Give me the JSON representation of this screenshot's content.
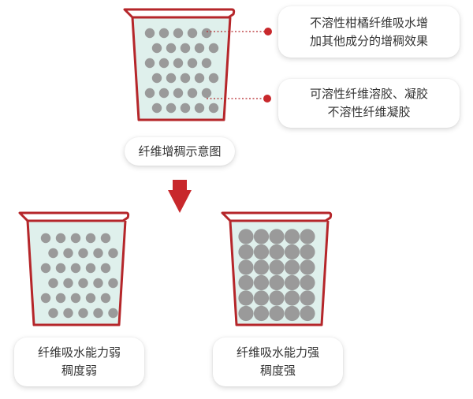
{
  "colors": {
    "beaker_outline": "#b5262a",
    "beaker_fill": "#dff0ec",
    "particle": "#9a9a9a",
    "leader_line": "#b5262a",
    "down_arrow": "#c8282c"
  },
  "labels": {
    "insoluble_fiber_line1": "不溶性柑橘纤维吸水增",
    "insoluble_fiber_line2": "加其他成分的增稠效果",
    "soluble_fiber_line1": "可溶性纤维溶胶、凝胶",
    "soluble_fiber_line2": "不溶性纤维凝胶",
    "main_caption": "纤维增稠示意图",
    "weak_line1": "纤维吸水能力弱",
    "weak_line2": "稠度弱",
    "strong_line1": "纤维吸水能力强",
    "strong_line2": "稠度强"
  },
  "icons": {
    "transition": "down-arrow-icon"
  }
}
